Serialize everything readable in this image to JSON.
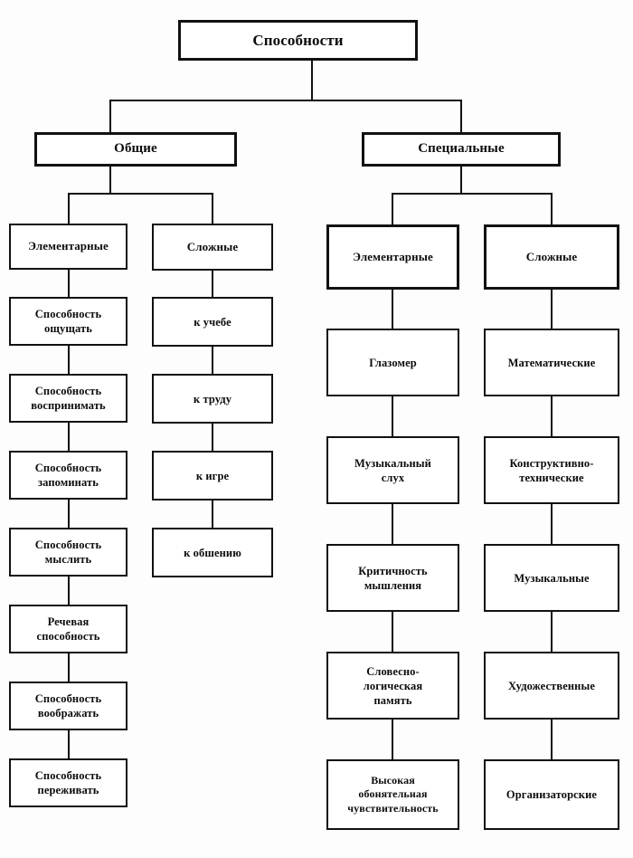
{
  "diagram": {
    "title": "Способности",
    "type": "hierarchy-tree",
    "language": "ru",
    "colors": {
      "background": "#fdfdfd",
      "box_fill": "#ffffff",
      "stroke": "#111111",
      "text": "#0c0c0c"
    },
    "root": {
      "label": "Способности"
    },
    "branches": [
      {
        "label": "Общие",
        "subgroups": [
          {
            "label": "Элементарные",
            "items": [
              {
                "label": "Способность\nощущать",
                "line1": "Способность",
                "line2": "ощущать"
              },
              {
                "label": "Способность\nвоспринимать",
                "line1": "Способность",
                "line2": "воспринимать"
              },
              {
                "label": "Способность\nзапоминать",
                "line1": "Способность",
                "line2": "запоминать"
              },
              {
                "label": "Способность\nмыслить",
                "line1": "Способность",
                "line2": "мыслить"
              },
              {
                "label": "Речевая\nспособность",
                "line1": "Речевая",
                "line2": "способность"
              },
              {
                "label": "Способность\nвоображать",
                "line1": "Способность",
                "line2": "воображать"
              },
              {
                "label": "Способность\nпереживать",
                "line1": "Способность",
                "line2": "переживать"
              }
            ]
          },
          {
            "label": "Сложные",
            "items": [
              {
                "label": "к учебе",
                "line1": "к учебе",
                "line2": ""
              },
              {
                "label": "к труду",
                "line1": "к труду",
                "line2": ""
              },
              {
                "label": "к игре",
                "line1": "к игре",
                "line2": ""
              },
              {
                "label": "к обшению",
                "line1": "к обшению",
                "line2": ""
              }
            ]
          }
        ]
      },
      {
        "label": "Специальные",
        "subgroups": [
          {
            "label": "Элементарные",
            "items": [
              {
                "label": "Глазомер",
                "line1": "Глазомер",
                "line2": "",
                "line3": ""
              },
              {
                "label": "Музыкальный\nслух",
                "line1": "Музыкальный",
                "line2": "слух",
                "line3": ""
              },
              {
                "label": "Критичность\nмышления",
                "line1": "Критичность",
                "line2": "мышления",
                "line3": ""
              },
              {
                "label": "Словесно-\nлогическая\nпамять",
                "line1": "Словесно-",
                "line2": "логическая",
                "line3": "память"
              },
              {
                "label": "Высокая\nобонятельная\nчувствительность",
                "line1": "Высокая",
                "line2": "обонятельная",
                "line3": "чувствительность"
              }
            ]
          },
          {
            "label": "Сложные",
            "items": [
              {
                "label": "Математические",
                "line1": "Математические",
                "line2": "",
                "line3": ""
              },
              {
                "label": "Конструктивно-\nтехнические",
                "line1": "Конструктивно-",
                "line2": "технические",
                "line3": ""
              },
              {
                "label": "Музыкальные",
                "line1": "Музыкальные",
                "line2": "",
                "line3": ""
              },
              {
                "label": "Художественные",
                "line1": "Художественные",
                "line2": "",
                "line3": ""
              },
              {
                "label": "Организаторские",
                "line1": "Организаторские",
                "line2": "",
                "line3": ""
              }
            ]
          }
        ]
      }
    ]
  }
}
